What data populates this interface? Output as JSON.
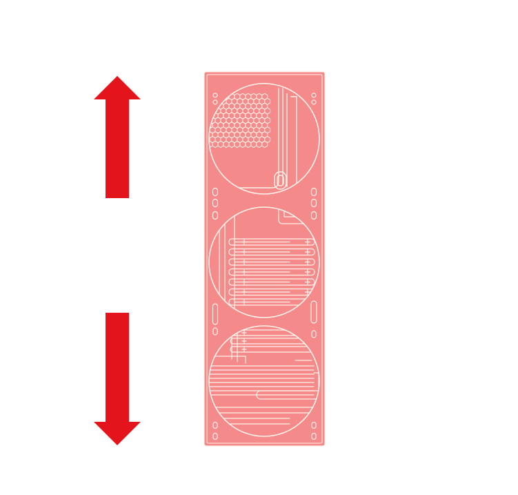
{
  "diagram": {
    "arrows": {
      "up_icon": "arrow-up-icon",
      "down_icon": "arrow-down-icon",
      "color": "#e3141b"
    },
    "panel": {
      "fill": "#f48a8a",
      "line": "#fff4ec",
      "fan_mounts": 3,
      "honeycomb_rows": 11,
      "honeycomb_cols": 11,
      "expansion_slots": 7
    }
  }
}
